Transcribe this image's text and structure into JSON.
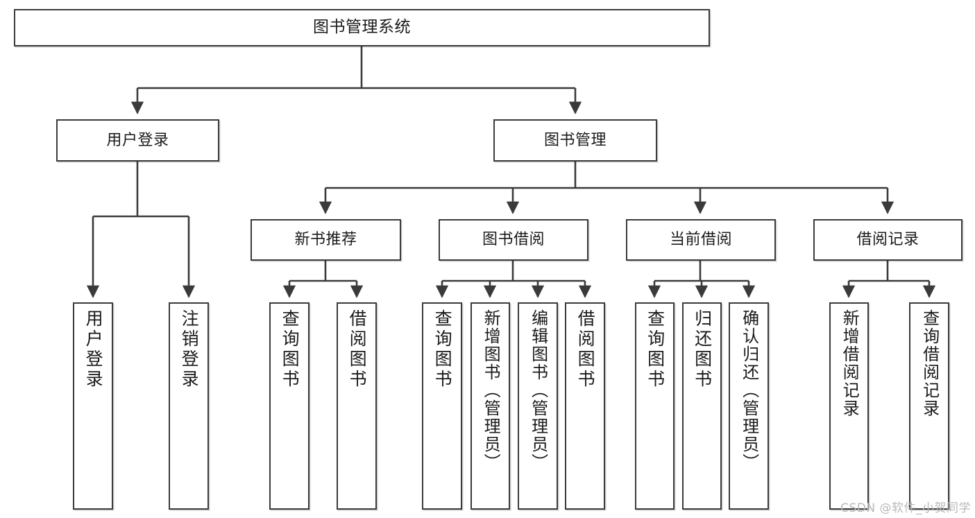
{
  "diagram": {
    "type": "tree-hierarchy-chart",
    "title": "图书管理系统",
    "watermark": "CSDN @软件_小贺同学",
    "colors": {
      "box_border": "#3a3a3a",
      "box_fill": "#ffffff",
      "line": "#3a3a3a",
      "text": "#1a1a1a",
      "watermark": "#b9b9b9"
    },
    "levels": {
      "level1": [
        {
          "id": "root",
          "label": "图书管理系统"
        }
      ],
      "level2": [
        {
          "id": "user-login",
          "label": "用户登录",
          "parent": "root"
        },
        {
          "id": "book-manage",
          "label": "图书管理",
          "parent": "root"
        }
      ],
      "level3": [
        {
          "id": "new-book-rec",
          "label": "新书推荐",
          "parent": "book-manage"
        },
        {
          "id": "book-borrow",
          "label": "图书借阅",
          "parent": "book-manage"
        },
        {
          "id": "current-borrow",
          "label": "当前借阅",
          "parent": "book-manage"
        },
        {
          "id": "borrow-record",
          "label": "借阅记录",
          "parent": "book-manage"
        }
      ],
      "leaves": [
        {
          "id": "leaf-user-login",
          "label": "用户登录",
          "parent": "user-login"
        },
        {
          "id": "leaf-logout",
          "label": "注销登录",
          "parent": "user-login"
        },
        {
          "id": "leaf-query-book-1",
          "label": "查询图书",
          "parent": "new-book-rec"
        },
        {
          "id": "leaf-borrow-book-1",
          "label": "借阅图书",
          "parent": "new-book-rec"
        },
        {
          "id": "leaf-query-book-2",
          "label": "查询图书",
          "parent": "book-borrow"
        },
        {
          "id": "leaf-add-book",
          "label": "新增图书（管理员）",
          "parent": "book-borrow"
        },
        {
          "id": "leaf-edit-book",
          "label": "编辑图书（管理员）",
          "parent": "book-borrow"
        },
        {
          "id": "leaf-borrow-book-2",
          "label": "借阅图书",
          "parent": "book-borrow"
        },
        {
          "id": "leaf-query-book-3",
          "label": "查询图书",
          "parent": "current-borrow"
        },
        {
          "id": "leaf-return-book",
          "label": "归还图书",
          "parent": "current-borrow"
        },
        {
          "id": "leaf-confirm-return",
          "label": "确认归还（管理员）",
          "parent": "current-borrow"
        },
        {
          "id": "leaf-add-record",
          "label": "新增借阅记录",
          "parent": "borrow-record"
        },
        {
          "id": "leaf-query-record",
          "label": "查询借阅记录",
          "parent": "borrow-record"
        }
      ]
    }
  }
}
